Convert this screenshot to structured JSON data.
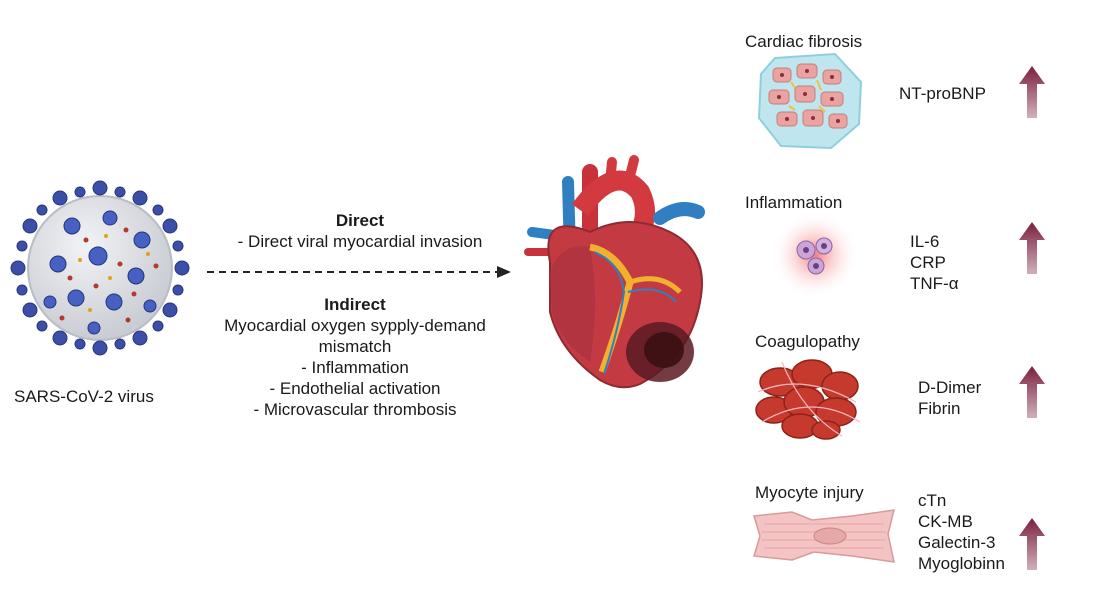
{
  "virus": {
    "label": "SARS-CoV-2 virus"
  },
  "mechanism": {
    "direct": {
      "title": "Direct",
      "items": [
        "- Direct viral myocardial invasion"
      ]
    },
    "indirect": {
      "title": "Indirect",
      "items": [
        "Myocardial oxygen sypply-demand",
        "mismatch",
        "- Inflammation",
        "- Endothelial activation",
        "- Microvascular thrombosis"
      ]
    }
  },
  "outcomes": [
    {
      "title": "Cardiac fibrosis",
      "markers": [
        "NT-proBNP"
      ]
    },
    {
      "title": "Inflammation",
      "markers": [
        "IL-6",
        "CRP",
        "TNF-α"
      ]
    },
    {
      "title": "Coagulopathy",
      "markers": [
        "D-Dimer",
        "Fibrin"
      ]
    },
    {
      "title": "Myocyte injury",
      "markers": [
        "cTn",
        "CK-MB",
        "Galectin-3",
        "Myoglobinn"
      ]
    }
  ],
  "colors": {
    "arrow_up": "#7a1f3d",
    "virus_spike": "#3b4fa8",
    "heart_red": "#c8323a",
    "vessel_blue": "#2f7fc1"
  }
}
